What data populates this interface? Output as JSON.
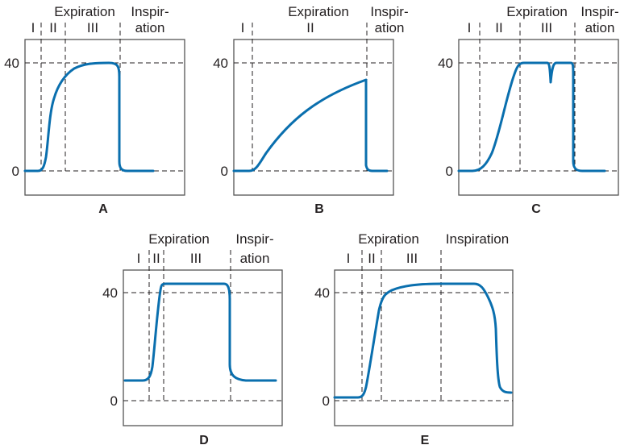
{
  "y_ticks": {
    "high": "40",
    "low": "0"
  },
  "panels": [
    {
      "id": "A",
      "expiration": "Expiration",
      "inspiration_1": "Inspir-",
      "inspiration_2": "ation",
      "phases": [
        "I",
        "II",
        "III"
      ]
    },
    {
      "id": "B",
      "expiration": "Expiration",
      "inspiration_1": "Inspir-",
      "inspiration_2": "ation",
      "phases": [
        "I",
        "II"
      ]
    },
    {
      "id": "C",
      "expiration": "Expiration",
      "inspiration_1": "Inspir-",
      "inspiration_2": "ation",
      "phases": [
        "I",
        "II",
        "III"
      ]
    },
    {
      "id": "D",
      "expiration": "Expiration",
      "inspiration_1": "Inspir-",
      "inspiration_2": "ation",
      "phases": [
        "I",
        "II",
        "III"
      ]
    },
    {
      "id": "E",
      "expiration": "Expiration",
      "inspiration": "Inspiration",
      "phases": [
        "I",
        "II",
        "III"
      ]
    }
  ],
  "colors": {
    "curve": "#0a6fae"
  }
}
